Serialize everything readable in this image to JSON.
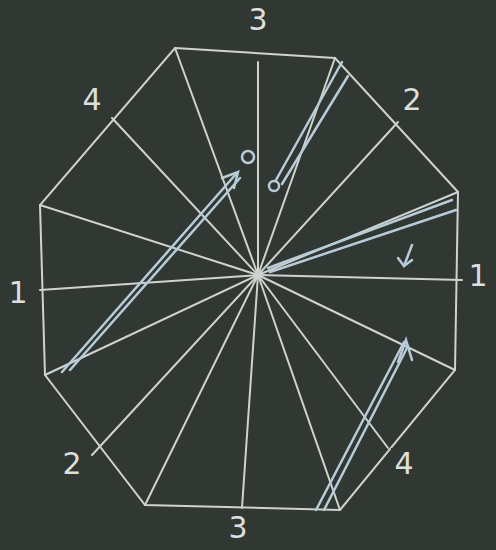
{
  "diagram": {
    "labels": [
      "3",
      "4",
      "2",
      "1",
      "1",
      "2",
      "4",
      "3"
    ]
  }
}
